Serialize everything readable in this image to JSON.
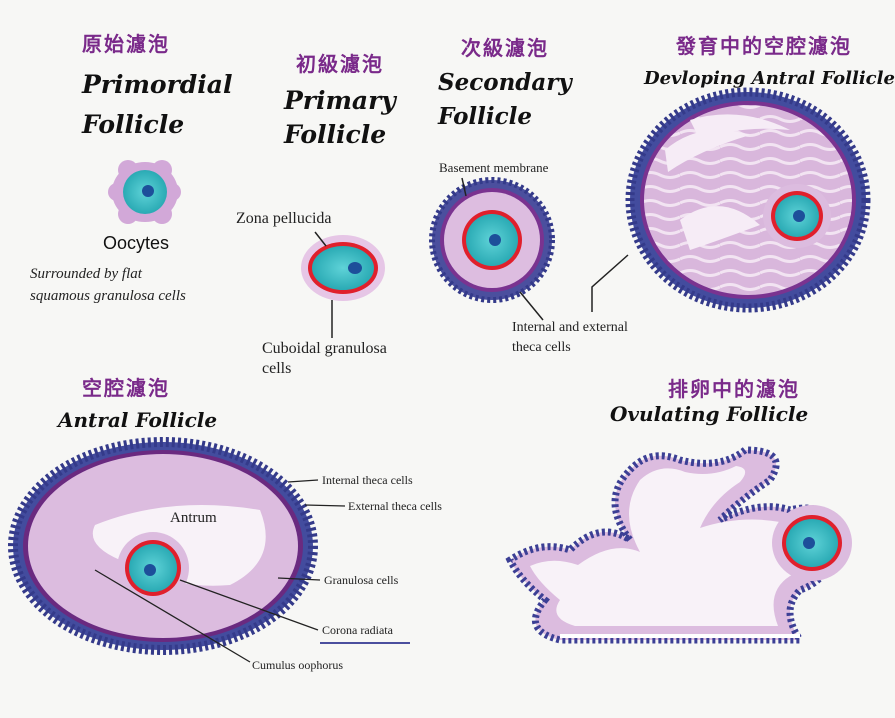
{
  "colors": {
    "granulosa": "#e2c0e2",
    "granulosa_dark": "#c79ad0",
    "zona": "#e0202c",
    "oocyte": "#35c0c8",
    "nucleus": "#1d4f9a",
    "theca_inner": "#6a2a80",
    "theca_outer": "#3c3f95",
    "heading_zh": "#7a2a8a"
  },
  "primordial": {
    "zh": "原始濾泡",
    "title_line1": "Primordial",
    "title_line2": "Follicle",
    "oocytes_label": "Oocytes",
    "note_line1": "Surrounded by flat",
    "note_line2": "squamous granulosa cells"
  },
  "primary": {
    "zh": "初級濾泡",
    "title_line1": "Primary",
    "title_line2": "Follicle",
    "zona_label": "Zona pellucida",
    "cuboidal_line1": "Cuboidal granulosa",
    "cuboidal_line2": "cells"
  },
  "secondary": {
    "zh": "次級濾泡",
    "title_line1": "Secondary",
    "title_line2": "Follicle",
    "basement_label": "Basement membrane",
    "theca_line1": "Internal and external",
    "theca_line2": "theca cells"
  },
  "developing": {
    "zh": "發育中的空腔濾泡",
    "title": "Devloping Antral Follicle"
  },
  "antral": {
    "zh": "空腔濾泡",
    "title": "Antral Follicle",
    "antrum": "Antrum",
    "internal_theca": "Internal theca cells",
    "external_theca": "External theca cells",
    "granulosa": "Granulosa cells",
    "corona": "Corona radiata",
    "cumulus": "Cumulus oophorus"
  },
  "ovulating": {
    "zh": "排卵中的濾泡",
    "title": "Ovulating Follicle"
  }
}
